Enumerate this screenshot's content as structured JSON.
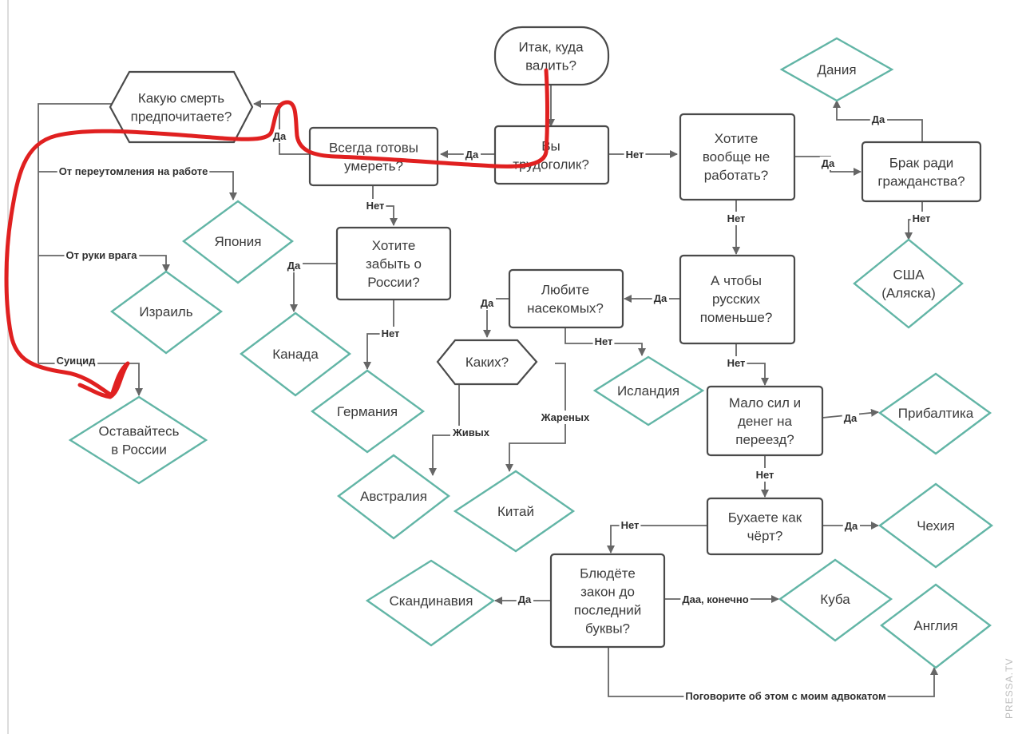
{
  "nodes": {
    "start": [
      "Итак, куда",
      "валить?"
    ],
    "workaholic": [
      "Вы",
      "трудоголик?"
    ],
    "ready_die": [
      "Всегда готовы",
      "умереть?"
    ],
    "death": [
      "Какую смерть",
      "предпочитаете?"
    ],
    "not_work": [
      "Хотите",
      "вообще не",
      "работать?"
    ],
    "marriage": [
      "Брак ради",
      "гражданства?"
    ],
    "forget_russia": [
      "Хотите",
      "забыть о",
      "России?"
    ],
    "fewer_russians": [
      "А чтобы",
      "русских",
      "поменьше?"
    ],
    "insects": [
      "Любите",
      "насекомых?"
    ],
    "which": [
      "Каких?"
    ],
    "low_money": [
      "Мало сил и",
      "денег на",
      "переезд?"
    ],
    "drink": [
      "Бухаете как",
      "чёрт?"
    ],
    "law": [
      "Блюдёте",
      "закон до",
      "последний",
      "буквы?"
    ],
    "denmark": [
      "Дания"
    ],
    "usa": [
      "США",
      "(Аляска)"
    ],
    "japan": [
      "Япония"
    ],
    "israel": [
      "Израиль"
    ],
    "canada": [
      "Канада"
    ],
    "germany": [
      "Германия"
    ],
    "stay": [
      "Оставайтесь",
      "в России"
    ],
    "iceland": [
      "Исландия"
    ],
    "australia": [
      "Австралия"
    ],
    "china": [
      "Китай"
    ],
    "baltics": [
      "Прибалтика"
    ],
    "czech": [
      "Чехия"
    ],
    "scandinavia": [
      "Скандинавия"
    ],
    "cuba": [
      "Куба"
    ],
    "england": [
      "Англия"
    ]
  },
  "edges": {
    "work_yes": "Да",
    "work_no": "Нет",
    "notwork_yes": "Да",
    "notwork_no": "Нет",
    "marriage_yes": "Да",
    "marriage_no": "Нет",
    "die_yes": "Да",
    "die_no": "Нет",
    "overwork": "От переутомления на работе",
    "enemy": "От руки врага",
    "suicide": "Суицид",
    "forget_yes": "Да",
    "forget_no": "Нет",
    "fewer_yes": "Да",
    "fewer_no": "Нет",
    "insects_yes": "Да",
    "insects_no": "Нет",
    "alive": "Живых",
    "fried": "Жареных",
    "money_yes": "Да",
    "money_no": "Нет",
    "drink_yes": "Да",
    "drink_no": "Нет",
    "law_yes": "Да",
    "law_of_course": "Даа, конечно",
    "lawyer": "Поговорите об этом с моим адвокатом"
  },
  "watermark": "PRESSA.TV",
  "colors": {
    "box_stroke": "#4a4a4a",
    "diamond_stroke": "#62b5a6",
    "edge": "#666666",
    "scribble": "#e02020"
  }
}
